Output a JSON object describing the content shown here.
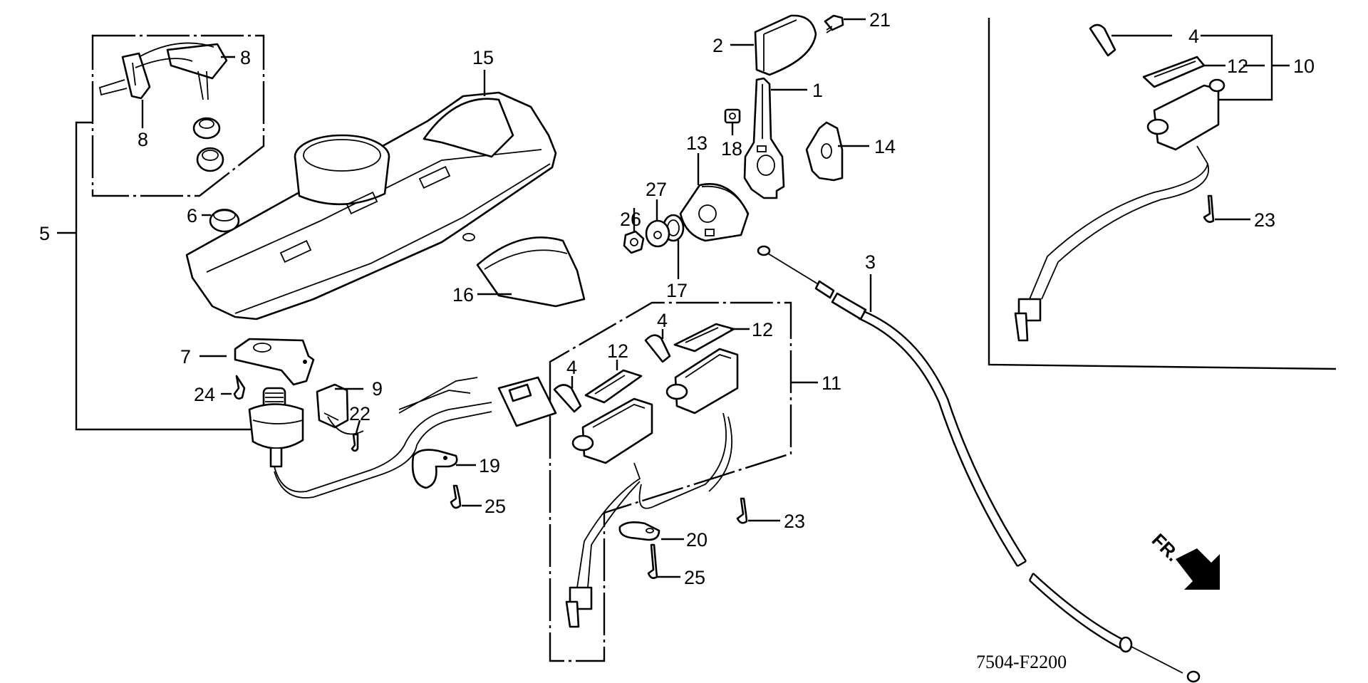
{
  "diagram": {
    "title": "Meter / Switch / Cable Assembly Exploded View",
    "figure_code": "7504-F2200",
    "direction_marker": "FR.",
    "callouts": [
      {
        "id": "c1",
        "label": "1",
        "part": "lever"
      },
      {
        "id": "c2",
        "label": "2",
        "part": "knob"
      },
      {
        "id": "c3",
        "label": "3",
        "part": "cable"
      },
      {
        "id": "c4a",
        "label": "4",
        "part": "bulb-right-box"
      },
      {
        "id": "c4b",
        "label": "4",
        "part": "bulb-left"
      },
      {
        "id": "c4c",
        "label": "4",
        "part": "bulb-middle"
      },
      {
        "id": "c5",
        "label": "5",
        "part": "switch-assembly"
      },
      {
        "id": "c6",
        "label": "6",
        "part": "grommet"
      },
      {
        "id": "c7",
        "label": "7",
        "part": "bracket"
      },
      {
        "id": "c8a",
        "label": "8",
        "part": "key-right"
      },
      {
        "id": "c8b",
        "label": "8",
        "part": "key-left"
      },
      {
        "id": "c9",
        "label": "9",
        "part": "switch"
      },
      {
        "id": "c10",
        "label": "10",
        "part": "indicator-assembly"
      },
      {
        "id": "c11",
        "label": "11",
        "part": "indicator-harness-assembly"
      },
      {
        "id": "c12a",
        "label": "12",
        "part": "lens-right-box"
      },
      {
        "id": "c12b",
        "label": "12",
        "part": "lens-left"
      },
      {
        "id": "c12c",
        "label": "12",
        "part": "lens-right"
      },
      {
        "id": "c13",
        "label": "13",
        "part": "pulley"
      },
      {
        "id": "c14",
        "label": "14",
        "part": "stopper-plate"
      },
      {
        "id": "c15",
        "label": "15",
        "part": "panel-cover"
      },
      {
        "id": "c16",
        "label": "16",
        "part": "cover-cap"
      },
      {
        "id": "c17",
        "label": "17",
        "part": "spring-washer"
      },
      {
        "id": "c18",
        "label": "18",
        "part": "nut-square"
      },
      {
        "id": "c19",
        "label": "19",
        "part": "clamp"
      },
      {
        "id": "c20",
        "label": "20",
        "part": "clamp-small"
      },
      {
        "id": "c21",
        "label": "21",
        "part": "screw"
      },
      {
        "id": "c22",
        "label": "22",
        "part": "screw-small"
      },
      {
        "id": "c23a",
        "label": "23",
        "part": "screw-tapping-right-box"
      },
      {
        "id": "c23b",
        "label": "23",
        "part": "screw-tapping-middle"
      },
      {
        "id": "c24",
        "label": "24",
        "part": "screw-tapping-left"
      },
      {
        "id": "c25a",
        "label": "25",
        "part": "screw-tapping-clamp"
      },
      {
        "id": "c25b",
        "label": "25",
        "part": "screw-tapping-clamp-lower"
      },
      {
        "id": "c26",
        "label": "26",
        "part": "nut"
      },
      {
        "id": "c27",
        "label": "27",
        "part": "washer"
      }
    ]
  }
}
